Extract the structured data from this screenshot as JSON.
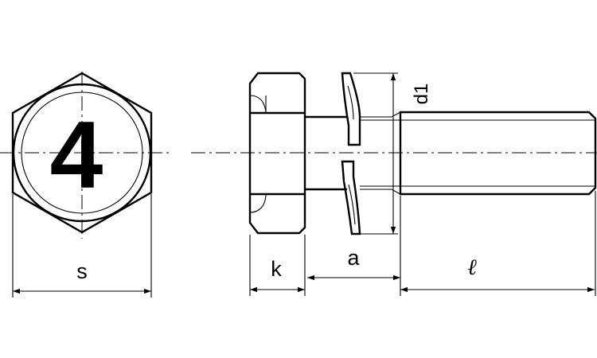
{
  "head_marking": "4",
  "dimensions": {
    "s": "s",
    "k": "k",
    "a": "a",
    "l": "ℓ",
    "d1": "d1"
  }
}
